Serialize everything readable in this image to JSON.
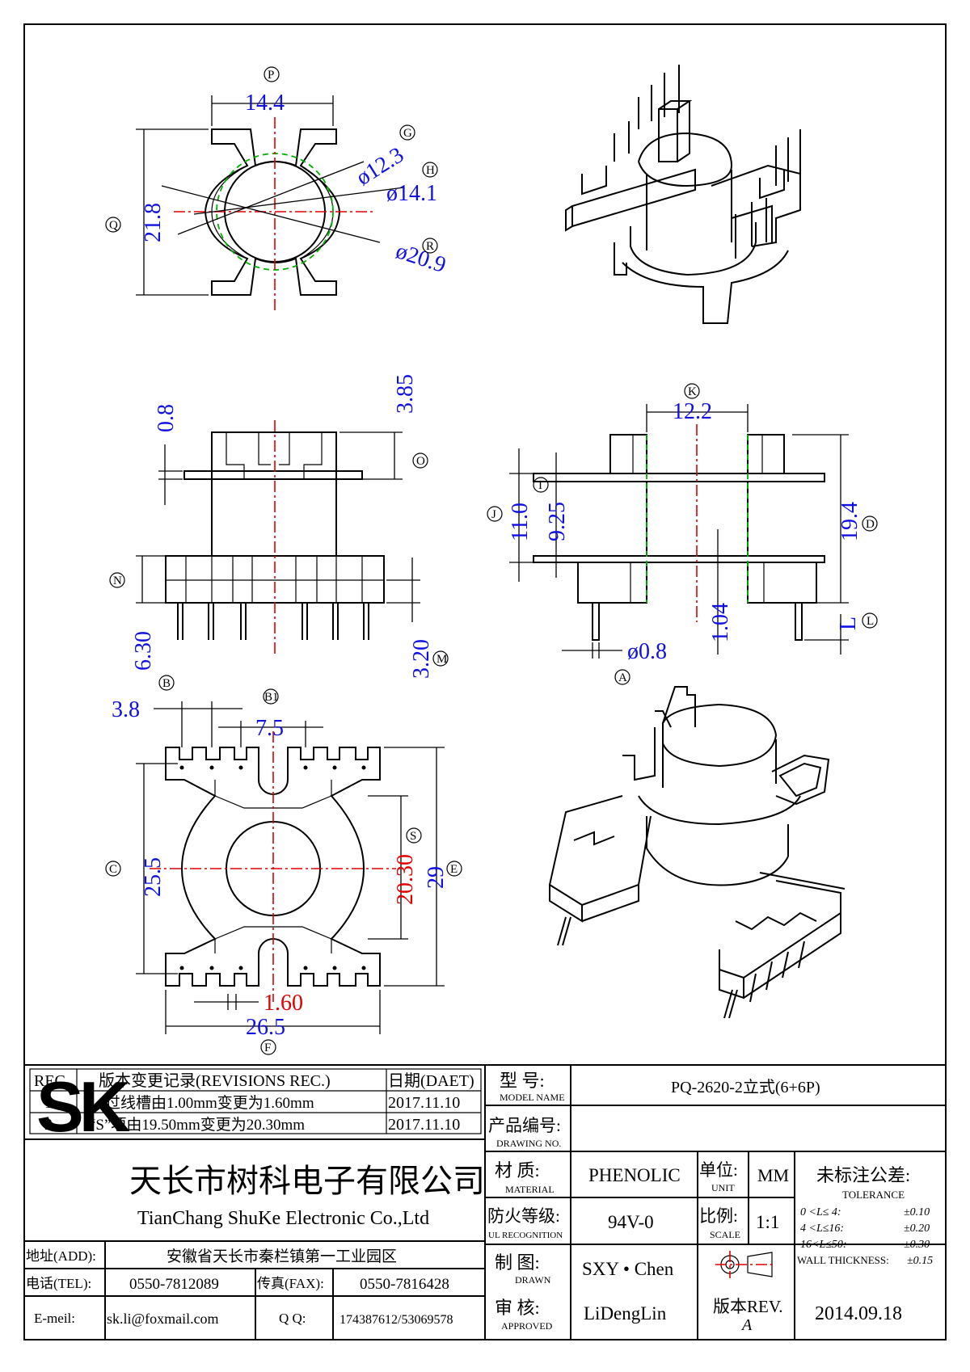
{
  "drawing": {
    "views": {
      "top": {
        "dims": {
          "P": "14.4",
          "Q": "21.8",
          "G": "ø12.3",
          "H": "ø14.1",
          "R": "ø20.9"
        },
        "markers": [
          "P",
          "Q",
          "G",
          "H",
          "R"
        ]
      },
      "side": {
        "dims": {
          "O": "3.85",
          "top_t": "0.8",
          "N": "6.30",
          "M": "3.20"
        },
        "markers": [
          "O",
          "N",
          "M"
        ]
      },
      "front": {
        "dims": {
          "K": "12.2",
          "I": "9.25",
          "J": "11.0",
          "D": "19.4",
          "L": "L",
          "fl": "1.04",
          "A": "ø0.8"
        },
        "markers": [
          "K",
          "I",
          "J",
          "D",
          "L",
          "A"
        ]
      },
      "bottom": {
        "dims": {
          "B": "3.8",
          "B1": "7.5",
          "C": "25.5",
          "S": "20.30",
          "E": "29",
          "slot": "1.60",
          "F": "26.5"
        },
        "markers": [
          "B",
          "B1",
          "C",
          "S",
          "E",
          "F"
        ]
      }
    }
  },
  "title_block": {
    "revisions": {
      "headers": {
        "rec": "REC.",
        "desc": "版本变更记录(REVISIONS REC.)",
        "date": "日期(DAET)"
      },
      "rows": [
        {
          "rec": "1.",
          "desc": "过线槽由1.00mm变更为1.60mm",
          "date": "2017.11.10"
        },
        {
          "rec": "2.",
          "desc": "“S”项由19.50mm变更为20.30mm",
          "date": "2017.11.10"
        }
      ]
    },
    "company": {
      "logo": "SK",
      "name_cn": "天长市树科电子有限公司",
      "name_en": "TianChang ShuKe Electronic Co.,Ltd"
    },
    "contact": {
      "addr_label": "地址(ADD):",
      "addr": "安徽省天长市秦栏镇第一工业园区",
      "tel_label": "电话(TEL):",
      "tel": "0550-7812089",
      "fax_label": "传真(FAX):",
      "fax": "0550-7816428",
      "email_label": "E-meil:",
      "email": "sk.li@foxmail.com",
      "qq_label": "Q Q:",
      "qq": "174387612/53069578"
    },
    "model": {
      "label_cn": "型  号:",
      "label_en": "MODEL NAME",
      "value": "PQ-2620-2立式(6+6P)"
    },
    "drawing_no": {
      "label_cn": "产品编号:",
      "label_en": "DRAWING NO.",
      "value": ""
    },
    "material": {
      "label_cn": "材  质:",
      "label_en": "MATERIAL",
      "value": "PHENOLIC"
    },
    "unit": {
      "label_cn": "单位:",
      "label_en": "UNIT",
      "value": "MM"
    },
    "tolerance": {
      "label_cn": "未标注公差:",
      "label_en": "TOLERANCE",
      "rows": [
        {
          "range": "0  <L≤  4:",
          "val": "±0.10"
        },
        {
          "range": "4  <L≤16:",
          "val": "±0.20"
        },
        {
          "range": "16<L≤50:",
          "val": "±0.30"
        }
      ],
      "wall_label": "WALL THICKNESS:",
      "wall_val": "±0.15"
    },
    "fire": {
      "label_cn": "防火等级:",
      "label_en": "UL RECOGNITION",
      "value": "94V-0"
    },
    "scale": {
      "label_cn": "比例:",
      "label_en": "SCALE",
      "value": "1:1"
    },
    "drawn": {
      "label_cn": "制  图:",
      "label_en": "DRAWN",
      "value": "SXY • Chen"
    },
    "approved": {
      "label_cn": "审  核:",
      "label_en": "APPROVED",
      "value": "LiDengLin"
    },
    "rev": {
      "label": "版本REV.",
      "value": "A"
    },
    "date": "2014.09.18"
  }
}
